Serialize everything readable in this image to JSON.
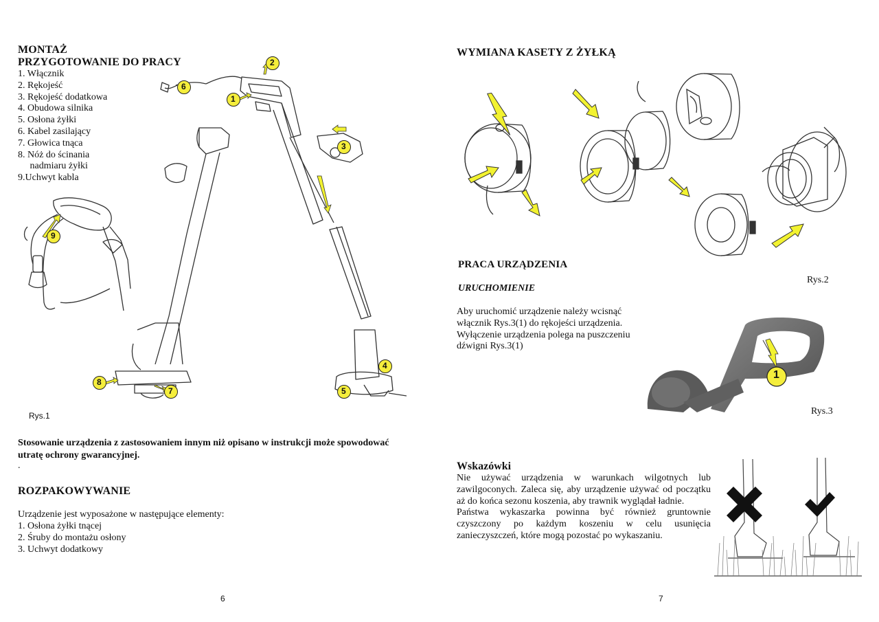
{
  "left_page": {
    "heading_montaz": "MONTAŻ",
    "heading_przygotowanie": "PRZYGOTOWANIE DO PRACY",
    "parts": [
      "1.  Włącznik",
      "2.   Rękojeść",
      "3.  Rękojeść dodatkowa",
      "4.  Obudowa silnika",
      "5.  Osłona żyłki",
      "6.  Kabel zasilający",
      "7.  Głowica tnąca",
      "8. Nóż do ścinania",
      "     nadmiaru żyłki",
      "9.Uchwyt kabla"
    ],
    "figure_label": "Rys.1",
    "callouts": [
      "1",
      "2",
      "3",
      "4",
      "5",
      "6",
      "7",
      "8",
      "9"
    ],
    "warning_line1": "Stosowanie urządzenia z zastosowaniem innym niż opisano w instrukcji może spowodować",
    "warning_line2": "utratę ochrony gwarancyjnej.",
    "dot": ".",
    "heading_rozpakowywanie": "ROZPAKOWYWANIE",
    "contents_intro": "Urządzenie jest wyposażone w następujące elementy:",
    "contents": [
      "1.  Osłona żyłki tnącej",
      "2.  Śruby do montażu osłony",
      "3.  Uchwyt dodatkowy"
    ],
    "page_number": "6"
  },
  "right_page": {
    "heading_wymiana": "WYMIANA  KASETY Z  ŻYŁKĄ",
    "figure2_label": "Rys.2",
    "heading_praca": "PRACA URZĄDZENIA",
    "subheading_uruchomienie": "URUCHOMIENIE",
    "start_lines": [
      "Aby uruchomić urządzenie należy wcisnąć",
      "włącznik Rys.3(1) do  rękojeści urządzenia.",
      "Wyłączenie urządzenia polega na puszczeniu",
      "dźwigni Rys.3(1)"
    ],
    "figure3_callout": "1",
    "figure3_label": "Rys.3",
    "heading_wskazowki": "Wskazówki",
    "tips_p1": "Nie używać urządzenia w warunkach wilgotnych lub zawilgoconych. Zaleca się, aby urządzenie używać od początku aż do końca sezonu koszenia, aby trawnik wyglądał ładnie.",
    "tips_p2": "Państwa wykaszarka  powinna  być również gruntownie czyszczony po każdym koszeniu w celu usunięcia zanieczyszczeń, które mogą pozostać po wykaszaniu.",
    "page_number": "7"
  },
  "colors": {
    "callout_fill": "#f5ee3c",
    "arrow_fill": "#f2f230",
    "line_art": "#333333",
    "handle_gray": "#6b6b6b"
  }
}
